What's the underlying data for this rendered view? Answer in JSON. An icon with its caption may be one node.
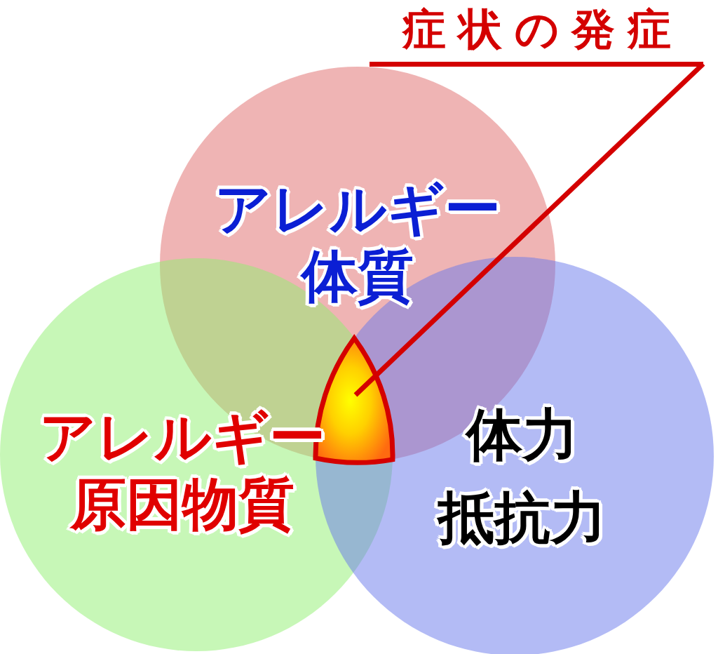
{
  "diagram": {
    "nodes": [
      {
        "text": [
          "アレルギー体質"
        ]
      },
      {
        "text": [
          "アレルギー原因物質"
        ]
      },
      {
        "text": [
          "体力",
          "抵抗力"
        ]
      },
      {
        "text": [],
        "shape": "triangle"
      },
      {
        "text": [
          "症状の発症"
        ]
      }
    ],
    "edges": [
      {
        "from": 4,
        "to": 3,
        "arrow": "none"
      }
    ]
  }
}
